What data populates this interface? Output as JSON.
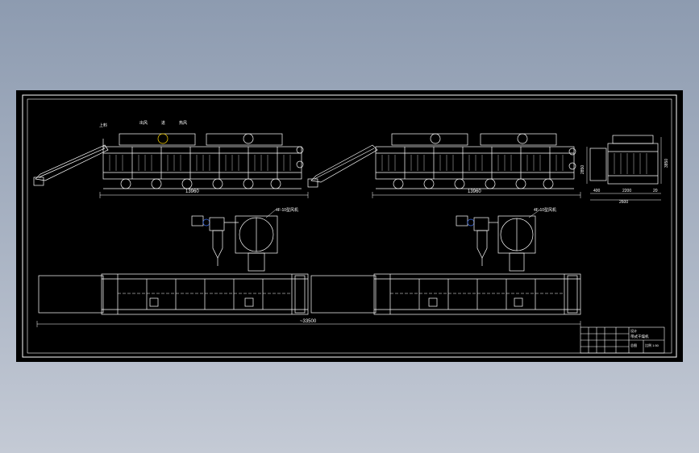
{
  "colors": {
    "background_top": "#8d9bb0",
    "background_bottom": "#c4cad5",
    "sheet": "#000000",
    "lines": "#ffffff",
    "accent_blue": "#3b6df0",
    "accent_yellow": "#ffd800",
    "accent_red": "#ff3030"
  },
  "dimensions": {
    "dryer1_length": "13960",
    "dryer2_length": "13960",
    "side_height_a": "2850",
    "side_height_b": "3850",
    "side_width_total": "2600",
    "side_seg_left": "400",
    "side_seg_mid": "2200",
    "side_seg_right": "20",
    "overall_length": "~33500"
  },
  "callouts": {
    "fan1": "4F-10型风机",
    "fan2": "4F-10型风机",
    "label_a": "上料",
    "label_b": "出风",
    "label_c": "进",
    "label_d": "热风"
  },
  "title_block": {
    "row1": "设计",
    "row2": "带式干燥机",
    "row3": "总图",
    "row4": "比例 1:50"
  }
}
